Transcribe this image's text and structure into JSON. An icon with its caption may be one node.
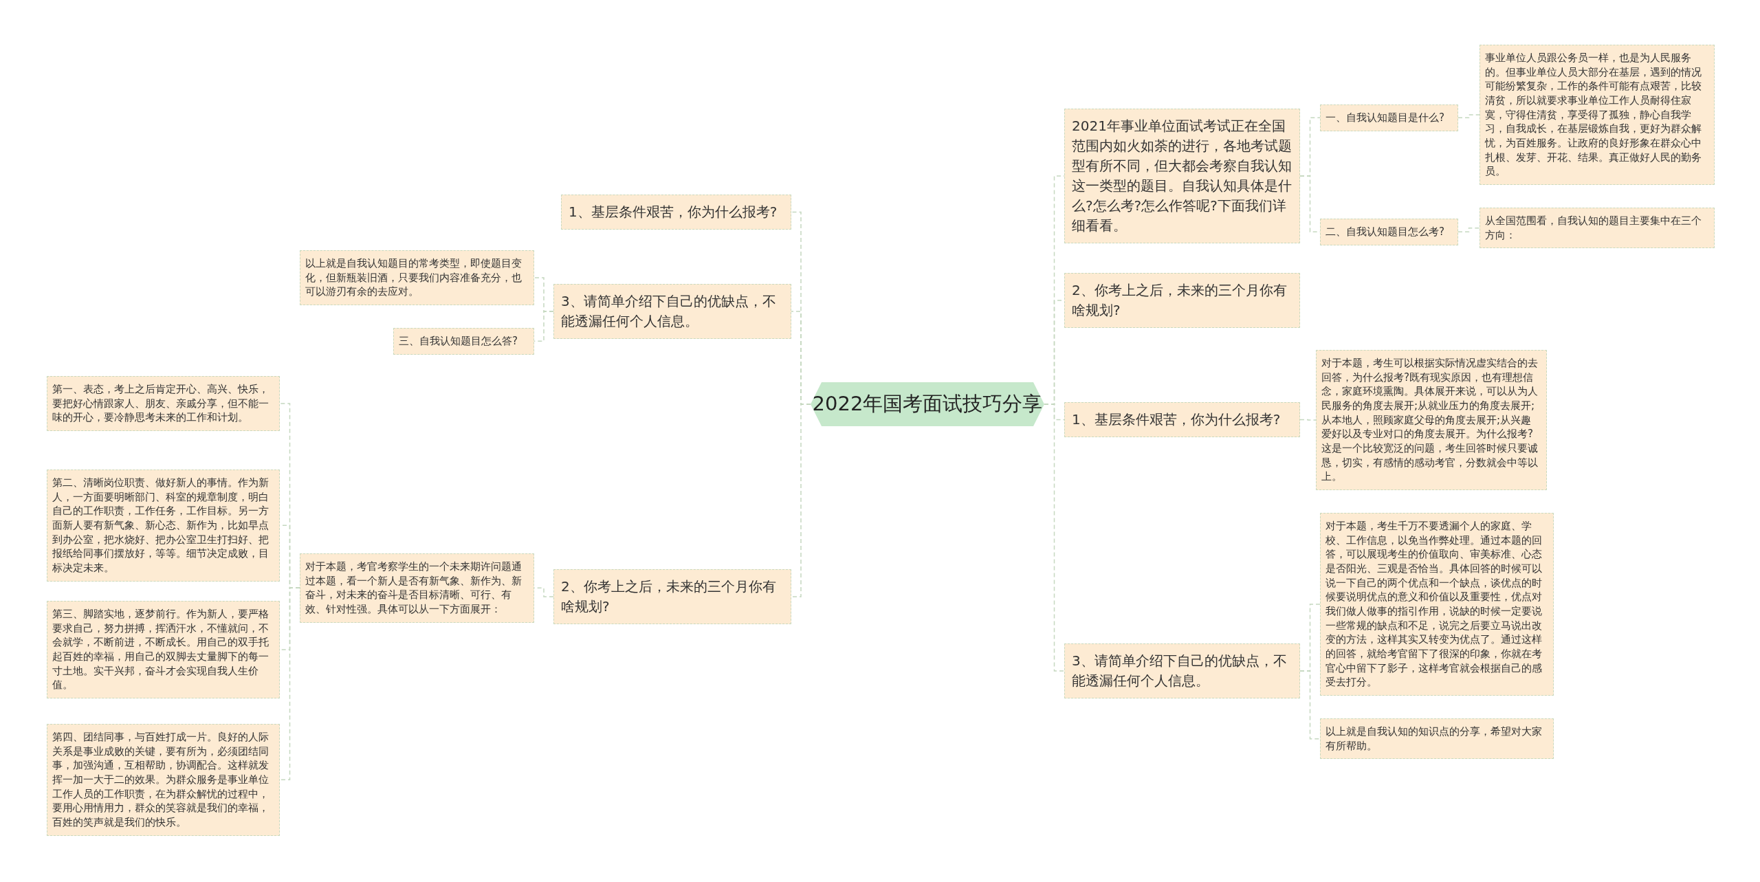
{
  "diagram": {
    "nodes": [
      {
        "text": [
          "2022年国考面试技巧分享"
        ]
      },
      {
        "text": [
          "1、基层条件艰苦，你为什么报考?"
        ]
      },
      {
        "text": [
          "3、请简单介绍下自己的优缺点，不能透漏任何个人信息。"
        ]
      },
      {
        "text": [
          "以上就是自我认知题目的常考类型，即使题目变化，但新瓶装旧酒，只要我们内容准备充分，也可以游刃有余的去应对。"
        ]
      },
      {
        "text": [
          "三、自我认知题目怎么答?"
        ]
      },
      {
        "text": [
          "2、你考上之后，未来的三个月你有啥规划?"
        ]
      },
      {
        "text": [
          "对于本题，考官考察学生的一个未来期许问题通过本题，看一个新人是否有新气象、新作为、新奋斗，对未来的奋斗是否目标清晰、可行、有效、针对性强。具体可以从一下方面展开："
        ]
      },
      {
        "text": [
          "第一、表态，考上之后肯定开心、高兴、快乐，要把好心情跟家人、朋友、亲戚分享，但不能一味的开心，要冷静思考未来的工作和计划。"
        ]
      },
      {
        "text": [
          "第二、清晰岗位职责、做好新人的事情。作为新人，一方面要明晰部门、科室的规章制度，明白自己的工作职责，工作任务，工作目标。另一方面新人要有新气象、新心态、新作为，比如早点到办公室，把水烧好、把办公室卫生打扫好、把报纸给同事们摆放好，等等。细节决定成败，目标决定未来。"
        ]
      },
      {
        "text": [
          "第三、脚踏实地，逐梦前行。作为新人，要严格要求自己，努力拼搏，挥洒汗水，不懂就问，不会就学，不断前进，不断成长。用自己的双手托起百姓的幸福，用自己的双脚去丈量脚下的每一寸土地。实干兴邦，奋斗才会实现自我人生价值。"
        ]
      },
      {
        "text": [
          "第四、团结同事，与百姓打成一片。良好的人际关系是事业成败的关键，要有所为，必须团结同事，加强沟通，互相帮助，协调配合。这样就发挥一加一大于二的效果。为群众服务是事业单位工作人员的工作职责，在为群众解忧的过程中，要用心用情用力，群众的笑容就是我们的幸福，百姓的笑声就是我们的快乐。"
        ]
      },
      {
        "text": [
          "2021年事业单位面试考试正在全国范围内如火如荼的进行，各地考试题型有所不同，但大都会考察自我认知这一类型的题目。自我认知具体是什么?怎么考?怎么作答呢?下面我们详细看看。"
        ]
      },
      {
        "text": [
          "一、自我认知题目是什么?"
        ]
      },
      {
        "text": [
          "事业单位人员跟公务员一样，也是为人民服务的。但事业单位人员大部分在基层，遇到的情况可能纷繁复杂，工作的条件可能有点艰苦，比较清贫，所以就要求事业单位工作人员耐得住寂寞，守得住清贫，享受得了孤独，静心自我学习，自我成长，在基层锻炼自我，更好为群众解忧，为百姓服务。让政府的良好形象在群众心中扎根、发芽、开花、结果。真正做好人民的勤务员。"
        ]
      },
      {
        "text": [
          "二、自我认知题目怎么考?"
        ]
      },
      {
        "text": [
          "从全国范围看，自我认知的题目主要集中在三个方向："
        ]
      },
      {
        "text": [
          "2、你考上之后，未来的三个月你有啥规划?"
        ]
      },
      {
        "text": [
          "1、基层条件艰苦，你为什么报考?"
        ]
      },
      {
        "text": [
          "对于本题，考生可以根据实际情况虚实结合的去回答，为什么报考?既有现实原因，也有理想信念，家庭环境熏陶。具体展开来说，可以从为人民服务的角度去展开;从就业压力的角度去展开;从本地人，照顾家庭父母的角度去展开;从兴趣爱好以及专业对口的角度去展开。为什么报考?这是一个比较宽泛的问题，考生回答时候只要诚恳，切实，有感情的感动考官，分数就会中等以上。"
        ]
      },
      {
        "text": [
          "3、请简单介绍下自己的优缺点，不能透漏任何个人信息。"
        ]
      },
      {
        "text": [
          "对于本题，考生千万不要透漏个人的家庭、学校、工作信息，以免当作弊处理。通过本题的回答，可以展现考生的价值取向、审美标准、心态是否阳光、三观是否恰当。具体回答的时候可以说一下自己的两个优点和一个缺点，谈优点的时候要说明优点的意义和价值以及重要性，优点对我们做人做事的指引作用，说缺的时候一定要说一些常规的缺点和不足，说完之后要立马说出改变的方法，这样其实又转变为优点了。通过这样的回答，就给考官留下了很深的印象，你就在考官心中留下了影子，这样考官就会根据自己的感受去打分。"
        ]
      },
      {
        "text": [
          "以上就是自我认知的知识点的分享，希望对大家有所帮助。"
        ]
      }
    ],
    "edges": [
      {
        "from": 0,
        "to": 1,
        "arrow": "none"
      },
      {
        "from": 0,
        "to": 2,
        "arrow": "none"
      },
      {
        "from": 2,
        "to": 3,
        "arrow": "none"
      },
      {
        "from": 2,
        "to": 4,
        "arrow": "none"
      },
      {
        "from": 0,
        "to": 5,
        "arrow": "none"
      },
      {
        "from": 5,
        "to": 6,
        "arrow": "none"
      },
      {
        "from": 6,
        "to": 7,
        "arrow": "none"
      },
      {
        "from": 6,
        "to": 8,
        "arrow": "none"
      },
      {
        "from": 6,
        "to": 9,
        "arrow": "none"
      },
      {
        "from": 6,
        "to": 10,
        "arrow": "none"
      },
      {
        "from": 0,
        "to": 11,
        "arrow": "none"
      },
      {
        "from": 11,
        "to": 12,
        "arrow": "none"
      },
      {
        "from": 12,
        "to": 13,
        "arrow": "none"
      },
      {
        "from": 11,
        "to": 14,
        "arrow": "none"
      },
      {
        "from": 14,
        "to": 15,
        "arrow": "none"
      },
      {
        "from": 0,
        "to": 16,
        "arrow": "none"
      },
      {
        "from": 0,
        "to": 17,
        "arrow": "none"
      },
      {
        "from": 17,
        "to": 18,
        "arrow": "none"
      },
      {
        "from": 0,
        "to": 19,
        "arrow": "none"
      },
      {
        "from": 19,
        "to": 20,
        "arrow": "none"
      },
      {
        "from": 19,
        "to": 21,
        "arrow": "none"
      }
    ]
  }
}
